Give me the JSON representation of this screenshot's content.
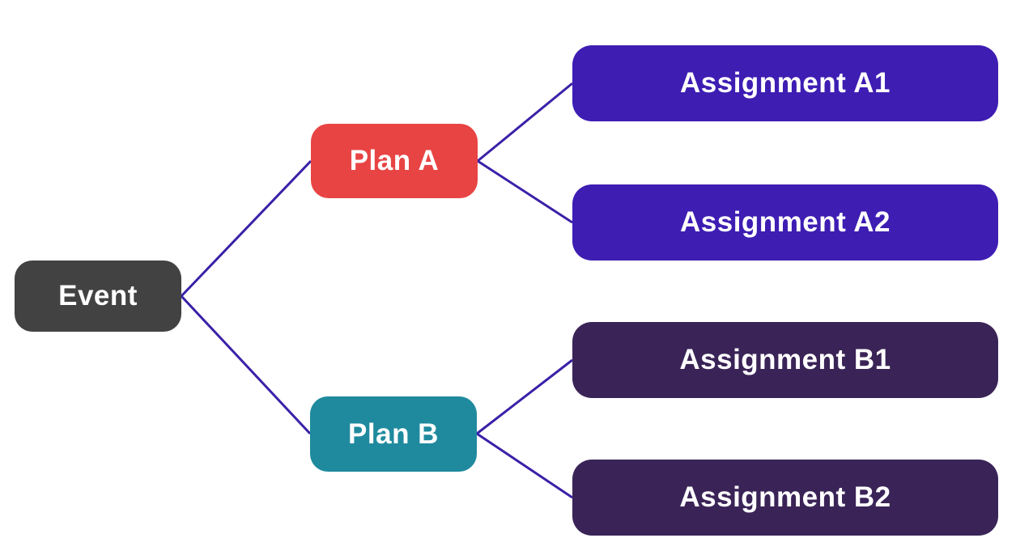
{
  "diagram": {
    "type": "tree",
    "direction": "left-to-right",
    "background_color": "#ffffff",
    "connector_color": "#3b20a8",
    "nodes": {
      "event": {
        "label": "Event",
        "color": "#424242",
        "text_color": "#ffffff",
        "level": 0
      },
      "plan_a": {
        "label": "Plan A",
        "color": "#e84444",
        "text_color": "#ffffff",
        "level": 1
      },
      "plan_b": {
        "label": "Plan B",
        "color": "#1f8a9e",
        "text_color": "#ffffff",
        "level": 1
      },
      "assignment_a1": {
        "label": "Assignment A1",
        "color": "#3e1db3",
        "text_color": "#ffffff",
        "level": 2
      },
      "assignment_a2": {
        "label": "Assignment A2",
        "color": "#3e1db3",
        "text_color": "#ffffff",
        "level": 2
      },
      "assignment_b1": {
        "label": "Assignment B1",
        "color": "#3a2457",
        "text_color": "#ffffff",
        "level": 2
      },
      "assignment_b2": {
        "label": "Assignment B2",
        "color": "#3a2457",
        "text_color": "#ffffff",
        "level": 2
      }
    },
    "edges": [
      {
        "from": "event",
        "to": "plan_a"
      },
      {
        "from": "event",
        "to": "plan_b"
      },
      {
        "from": "plan_a",
        "to": "assignment_a1"
      },
      {
        "from": "plan_a",
        "to": "assignment_a2"
      },
      {
        "from": "plan_b",
        "to": "assignment_b1"
      },
      {
        "from": "plan_b",
        "to": "assignment_b2"
      }
    ]
  }
}
